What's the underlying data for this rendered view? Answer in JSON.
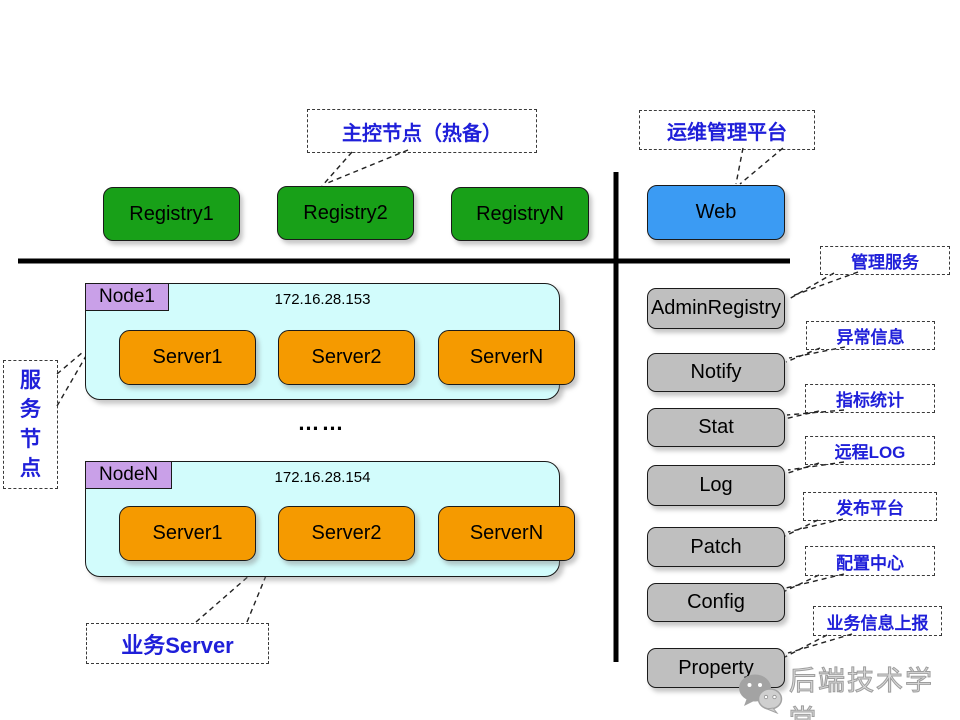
{
  "callouts": {
    "master": "主控节点（热备）",
    "ops_platform": "运维管理平台",
    "service_node": "服务节点",
    "business_server": "业务Server"
  },
  "top_row": {
    "registries": [
      "Registry1",
      "Registry2",
      "RegistryN"
    ],
    "web": "Web"
  },
  "nodes": [
    {
      "tag": "Node1",
      "ip": "172.16.28.153",
      "servers": [
        "Server1",
        "Server2",
        "ServerN"
      ]
    },
    {
      "tag": "NodeN",
      "ip": "172.16.28.154",
      "servers": [
        "Server1",
        "Server2",
        "ServerN"
      ]
    }
  ],
  "ellipsis": "……",
  "admin_services": [
    {
      "label": "AdminRegistry",
      "callout": "管理服务"
    },
    {
      "label": "Notify",
      "callout": "异常信息"
    },
    {
      "label": "Stat",
      "callout": "指标统计"
    },
    {
      "label": "Log",
      "callout": "远程LOG"
    },
    {
      "label": "Patch",
      "callout": "发布平台"
    },
    {
      "label": "Config",
      "callout": "配置中心"
    },
    {
      "label": "Property",
      "callout": "业务信息上报"
    }
  ],
  "watermark": {
    "text": "后端技术学堂",
    "icon": "wechat-icon"
  },
  "colors": {
    "registry_green": "#18A018",
    "web_blue": "#3B9BF3",
    "server_orange": "#F59A00",
    "node_fill_cyan": "#D2FCFC",
    "node_tag_purple": "#C9A0E8",
    "service_gray": "#BFBFBF",
    "callout_text_blue": "#1F1FD9",
    "divider_black": "#000000"
  }
}
